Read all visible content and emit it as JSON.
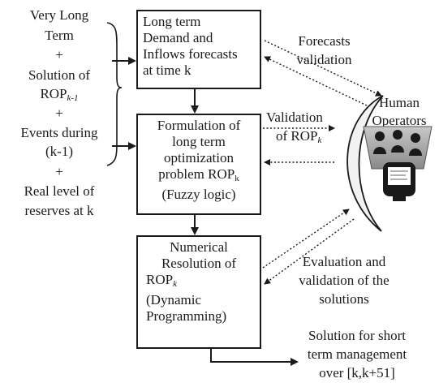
{
  "left_inputs": {
    "line1": "Very Long",
    "line2": "Term",
    "plus1": "+",
    "line3": "Solution of",
    "line4_main": "ROP",
    "line4_sub": "k-1",
    "plus2": "+",
    "line5": "Events during",
    "line6": "(k-1)",
    "plus3": "+",
    "line7": "Real level of",
    "line8": "reserves at k"
  },
  "box1": {
    "line1": "Long term",
    "line2": "Demand and",
    "line3": "Inflows forecasts",
    "line4": "at time k"
  },
  "box2": {
    "line1": "Formulation of",
    "line2": "long term",
    "line3": "optimization",
    "line4_main": "problem ROP",
    "line4_sub": "k",
    "line5": "(Fuzzy logic)"
  },
  "box3": {
    "line1": "Numerical",
    "line2": "Resolution of",
    "line3_main": "ROP",
    "line3_sub": "k",
    "line4": "(Dynamic",
    "line5": "Programming)"
  },
  "labels": {
    "forecasts1": "Forecasts",
    "forecasts2": "validation",
    "validation1": "Validation",
    "validation2_main": "of ROP",
    "validation2_sub": "k",
    "evaluation1": "Evaluation and",
    "evaluation2": "validation of the",
    "evaluation3": "solutions",
    "solution1": "Solution for short",
    "solution2": "term management",
    "solution3": "over [k,k+51]"
  },
  "operators": {
    "line1": "Human",
    "line2": "Operators",
    "icon": "human-operators-icon"
  }
}
